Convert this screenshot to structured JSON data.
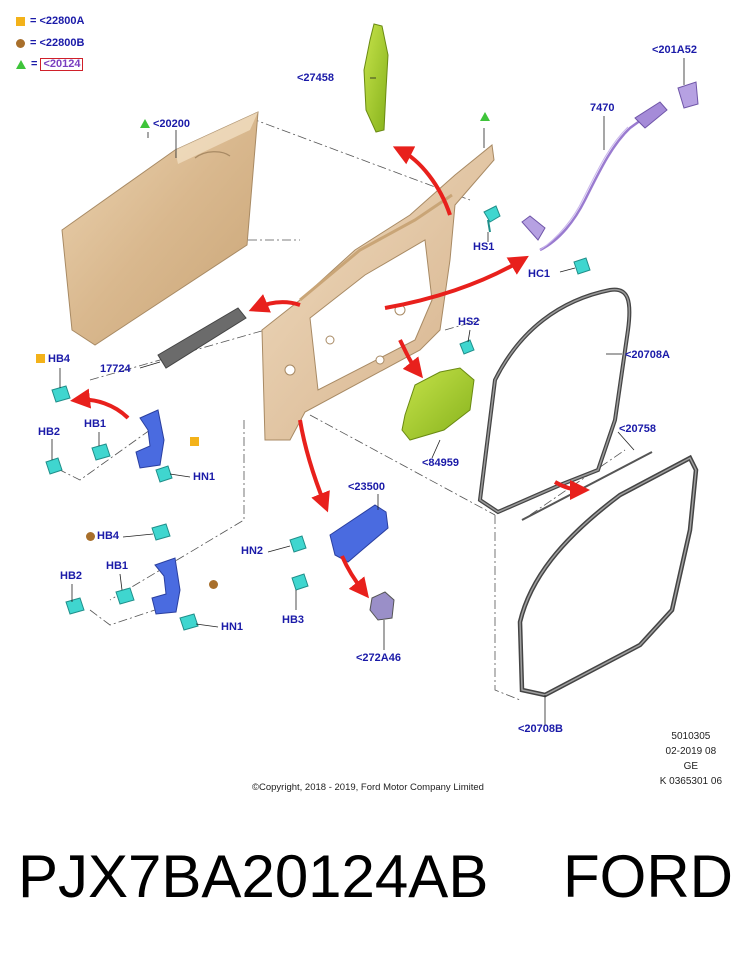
{
  "legend": [
    {
      "symbol": "square",
      "color": "#f3b21a",
      "code": "<22800A"
    },
    {
      "symbol": "circle",
      "color": "#a86f2b",
      "code": "<22800B"
    },
    {
      "symbol": "triangle",
      "color": "#3ec43a",
      "code": "<20124",
      "highlighted": true
    }
  ],
  "legend_eq": "=",
  "labels": {
    "l27458": "<27458",
    "l201A52": "<201A52",
    "l7470": "7470",
    "l20200": "<20200",
    "lHS1": "HS1",
    "lHC1": "HC1",
    "lHS2": "HS2",
    "l20708A": "<20708A",
    "l17724": "17724",
    "lHB4a": "HB4",
    "lHB1a": "HB1",
    "lHB2a": "HB2",
    "lHN1a": "HN1",
    "l84959": "<84959",
    "l20758": "<20758",
    "l23500": "<23500",
    "lHN2": "HN2",
    "lHB3": "HB3",
    "lHB4b": "HB4",
    "lHB1b": "HB1",
    "lHB2b": "HB2",
    "lHN1b": "HN1",
    "l272A46": "<272A46",
    "l20708B": "<20708B"
  },
  "meta": {
    "line1": "5010305",
    "line2": "02-2019 08",
    "line3": "GE",
    "line4": "K 0365301 06"
  },
  "copyright": "©Copyright, 2018 - 2019, Ford Motor Company Limited",
  "caption": {
    "part_number": "PJX7BA20124AB",
    "brand": "FORD"
  },
  "colors": {
    "label_blue": "#1a1aa8",
    "arrow_red": "#e8201c",
    "door_skin": "#d8b994",
    "green_part": "#9ccc2a",
    "hinge_blue": "#4a6be0",
    "clip_cyan": "#3fd6cf",
    "purple_part": "#9a7bd0"
  }
}
